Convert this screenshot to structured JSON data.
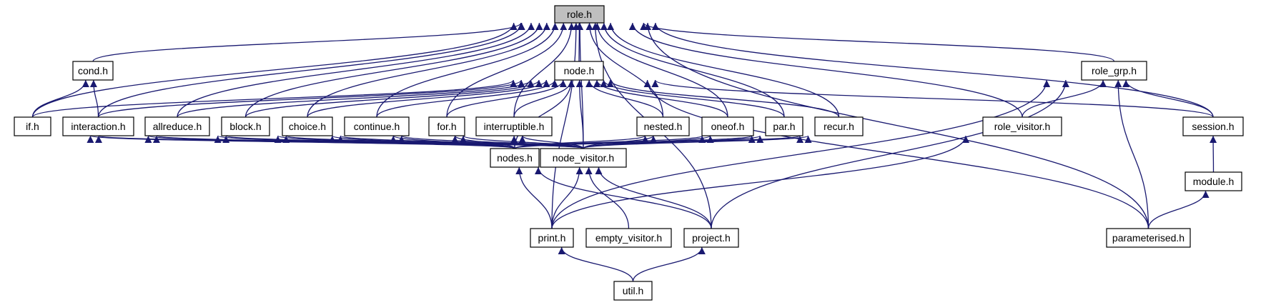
{
  "colors": {
    "edge": "#191970",
    "node_border": "#000000",
    "root_fill": "#bfbfbf",
    "node_fill": "#ffffff"
  },
  "nodes": {
    "role": "role.h",
    "cond": "cond.h",
    "node": "node.h",
    "role_grp": "role_grp.h",
    "if": "if.h",
    "interaction": "interaction.h",
    "allreduce": "allreduce.h",
    "block": "block.h",
    "choice": "choice.h",
    "continue": "continue.h",
    "for": "for.h",
    "interruptible": "interruptible.h",
    "nested": "nested.h",
    "oneof": "oneof.h",
    "par": "par.h",
    "recur": "recur.h",
    "role_visitor": "role_visitor.h",
    "session": "session.h",
    "nodes": "nodes.h",
    "node_visitor": "node_visitor.h",
    "module": "module.h",
    "print": "print.h",
    "empty_visitor": "empty_visitor.h",
    "project": "project.h",
    "parameterised": "parameterised.h",
    "util": "util.h"
  },
  "edges": [
    [
      "cond",
      "role"
    ],
    [
      "node",
      "role"
    ],
    [
      "role_grp",
      "role"
    ],
    [
      "if",
      "role"
    ],
    [
      "interaction",
      "role"
    ],
    [
      "allreduce",
      "role"
    ],
    [
      "block",
      "role"
    ],
    [
      "choice",
      "role"
    ],
    [
      "continue",
      "role"
    ],
    [
      "for",
      "role"
    ],
    [
      "interruptible",
      "role"
    ],
    [
      "nested",
      "role"
    ],
    [
      "oneof",
      "role"
    ],
    [
      "par",
      "role"
    ],
    [
      "recur",
      "role"
    ],
    [
      "role_visitor",
      "role"
    ],
    [
      "session",
      "role"
    ],
    [
      "node_visitor",
      "role"
    ],
    [
      "print",
      "role"
    ],
    [
      "project",
      "role"
    ],
    [
      "parameterised",
      "role"
    ],
    [
      "if",
      "cond"
    ],
    [
      "interaction",
      "cond"
    ],
    [
      "if",
      "node"
    ],
    [
      "interaction",
      "node"
    ],
    [
      "allreduce",
      "node"
    ],
    [
      "block",
      "node"
    ],
    [
      "choice",
      "node"
    ],
    [
      "continue",
      "node"
    ],
    [
      "for",
      "node"
    ],
    [
      "interruptible",
      "node"
    ],
    [
      "nested",
      "node"
    ],
    [
      "oneof",
      "node"
    ],
    [
      "par",
      "node"
    ],
    [
      "recur",
      "node"
    ],
    [
      "session",
      "node"
    ],
    [
      "nodes",
      "node"
    ],
    [
      "node_visitor",
      "node"
    ],
    [
      "parameterised",
      "node"
    ],
    [
      "role_visitor",
      "role_grp"
    ],
    [
      "session",
      "role_grp"
    ],
    [
      "print",
      "role_grp"
    ],
    [
      "project",
      "role_grp"
    ],
    [
      "parameterised",
      "role_grp"
    ],
    [
      "nodes",
      "if"
    ],
    [
      "node_visitor",
      "if"
    ],
    [
      "nodes",
      "interaction"
    ],
    [
      "node_visitor",
      "interaction"
    ],
    [
      "nodes",
      "allreduce"
    ],
    [
      "node_visitor",
      "allreduce"
    ],
    [
      "nodes",
      "block"
    ],
    [
      "node_visitor",
      "block"
    ],
    [
      "nodes",
      "choice"
    ],
    [
      "node_visitor",
      "choice"
    ],
    [
      "nodes",
      "continue"
    ],
    [
      "node_visitor",
      "continue"
    ],
    [
      "nodes",
      "for"
    ],
    [
      "node_visitor",
      "for"
    ],
    [
      "nodes",
      "interruptible"
    ],
    [
      "node_visitor",
      "interruptible"
    ],
    [
      "nodes",
      "nested"
    ],
    [
      "node_visitor",
      "nested"
    ],
    [
      "nodes",
      "oneof"
    ],
    [
      "node_visitor",
      "oneof"
    ],
    [
      "nodes",
      "par"
    ],
    [
      "node_visitor",
      "par"
    ],
    [
      "nodes",
      "recur"
    ],
    [
      "node_visitor",
      "recur"
    ],
    [
      "print",
      "role_visitor"
    ],
    [
      "module",
      "session"
    ],
    [
      "parameterised",
      "module"
    ],
    [
      "print",
      "nodes"
    ],
    [
      "project",
      "nodes"
    ],
    [
      "print",
      "node_visitor"
    ],
    [
      "empty_visitor",
      "node_visitor"
    ],
    [
      "project",
      "node_visitor"
    ],
    [
      "util",
      "print"
    ],
    [
      "util",
      "project"
    ]
  ]
}
